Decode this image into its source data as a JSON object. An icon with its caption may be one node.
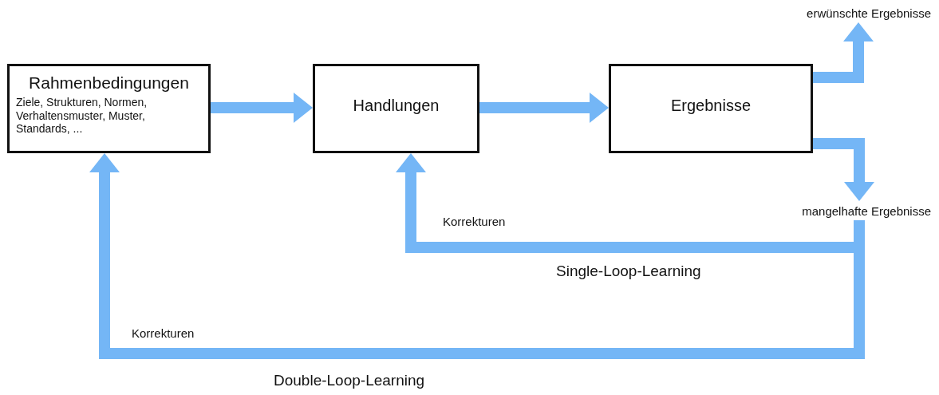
{
  "diagram": {
    "nodes": [
      {
        "text": [
          "Rahmenbedingungen",
          "Ziele, Strukturen, Normen, Verhaltensmuster, Muster, Standards, ..."
        ]
      },
      {
        "text": [
          "Handlungen"
        ]
      },
      {
        "text": [
          "Ergebnisse"
        ]
      },
      {
        "text": [
          "erwünschte Ergebnisse"
        ]
      },
      {
        "text": [
          "mangelhafte Ergebnisse"
        ]
      }
    ],
    "edges": [
      {
        "from": 0,
        "to": 1,
        "arrow": "to"
      },
      {
        "from": 1,
        "to": 2,
        "arrow": "to"
      },
      {
        "from": 2,
        "to": 3,
        "arrow": "to"
      },
      {
        "from": 2,
        "to": 4,
        "arrow": "to"
      },
      {
        "from": 4,
        "to": 1,
        "arrow": "to",
        "label": "Korrekturen"
      },
      {
        "from": 4,
        "to": 0,
        "arrow": "to",
        "label": "Korrekturen"
      }
    ],
    "labels": [
      "Single-Loop-Learning",
      "Double-Loop-Learning"
    ]
  }
}
